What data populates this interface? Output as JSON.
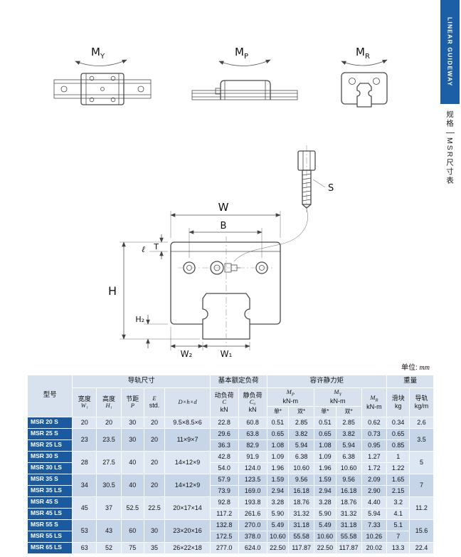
{
  "sidebar": {
    "tab": "LINEAR GUIDEWAY",
    "section": "规格",
    "subsection": "MSR尺寸表"
  },
  "unit_note": {
    "label": "单位:",
    "value": "mm"
  },
  "moments": [
    {
      "m": "M",
      "sub": "Y"
    },
    {
      "m": "M",
      "sub": "P"
    },
    {
      "m": "M",
      "sub": "R"
    }
  ],
  "drawing": {
    "w": "W",
    "b": "B",
    "t": "T",
    "ell": "ℓ",
    "h": "H",
    "h2": "H₂",
    "w2": "W₂",
    "w1": "W₁",
    "s": "S"
  },
  "table": {
    "header": {
      "model": "型号",
      "rail_dims": "导轨尺寸",
      "basic_load": "基本额定负荷",
      "static_moment": "容许静力矩",
      "weight": "重量",
      "width_cn": "宽度",
      "width_sym": "W₁",
      "height_cn": "高度",
      "height_sym": "H₁",
      "pitch_cn": "节距",
      "pitch_sym": "P",
      "e_top": "E",
      "e_bottom": "std.",
      "dhd": "D×h×d",
      "dyn_cn": "动负荷",
      "dyn_sym": "C",
      "dyn_unit": "kN",
      "stat_cn": "静负荷",
      "stat_sym": "C₀",
      "stat_unit": "kN",
      "mp": "M",
      "mp_sub": "P",
      "mp_unit": "kN-m",
      "my": "M",
      "my_sub": "Y",
      "my_unit": "kN-m",
      "mr": "M",
      "mr_sub": "R",
      "mr_unit": "kN-m",
      "single": "单*",
      "double": "双*",
      "slider_cn": "滑块",
      "slider_unit": "kg",
      "rail_cn": "导轨",
      "rail_unit": "kg/m"
    },
    "groups": [
      {
        "models": [
          "MSR 20 S"
        ],
        "dims": [
          "20",
          "20",
          "30",
          "20",
          "9.5×8.5×6"
        ],
        "rows": [
          [
            "22.8",
            "60.8",
            "0.51",
            "2.85",
            "0.51",
            "2.85",
            "0.62",
            "0.34"
          ]
        ],
        "rail": "2.6"
      },
      {
        "models": [
          "MSR 25 S",
          "MSR 25 LS"
        ],
        "dims": [
          "23",
          "23.5",
          "30",
          "20",
          "11×9×7"
        ],
        "rows": [
          [
            "29.6",
            "63.8",
            "0.65",
            "3.82",
            "0.65",
            "3.82",
            "0.73",
            "0.65"
          ],
          [
            "36.3",
            "82.9",
            "1.08",
            "5.94",
            "1.08",
            "5.94",
            "0.95",
            "0.85"
          ]
        ],
        "rail": "3.5"
      },
      {
        "models": [
          "MSR 30 S",
          "MSR 30 LS"
        ],
        "dims": [
          "28",
          "27.5",
          "40",
          "20",
          "14×12×9"
        ],
        "rows": [
          [
            "42.8",
            "91.9",
            "1.09",
            "6.38",
            "1.09",
            "6.38",
            "1.27",
            "1"
          ],
          [
            "54.0",
            "124.0",
            "1.96",
            "10.60",
            "1.96",
            "10.60",
            "1.72",
            "1.22"
          ]
        ],
        "rail": "5"
      },
      {
        "models": [
          "MSR 35 S",
          "MSR 35 LS"
        ],
        "dims": [
          "34",
          "30.5",
          "40",
          "20",
          "14×12×9"
        ],
        "rows": [
          [
            "57.9",
            "123.5",
            "1.59",
            "9.56",
            "1.59",
            "9.56",
            "2.09",
            "1.65"
          ],
          [
            "73.9",
            "169.0",
            "2.94",
            "16.18",
            "2.94",
            "16.18",
            "2.90",
            "2.15"
          ]
        ],
        "rail": "7"
      },
      {
        "models": [
          "MSR 45 S",
          "MSR 45 LS"
        ],
        "dims": [
          "45",
          "37",
          "52.5",
          "22.5",
          "20×17×14"
        ],
        "rows": [
          [
            "92.8",
            "193.8",
            "3.28",
            "18.76",
            "3.28",
            "18.76",
            "4.40",
            "3.2"
          ],
          [
            "117.2",
            "261.6",
            "5.90",
            "31.32",
            "5.90",
            "31.32",
            "5.94",
            "4.1"
          ]
        ],
        "rail": "11.2"
      },
      {
        "models": [
          "MSR 55 S",
          "MSR 55 LS"
        ],
        "dims": [
          "53",
          "43",
          "60",
          "30",
          "23×20×16"
        ],
        "rows": [
          [
            "132.8",
            "270.0",
            "5.49",
            "31.18",
            "5.49",
            "31.18",
            "7.33",
            "5.1"
          ],
          [
            "172.5",
            "378.0",
            "10.60",
            "55.58",
            "10.60",
            "55.58",
            "10.26",
            "7"
          ]
        ],
        "rail": "15.6"
      },
      {
        "models": [
          "MSR 65 LS"
        ],
        "dims": [
          "63",
          "52",
          "75",
          "35",
          "26×22×18"
        ],
        "rows": [
          [
            "277.0",
            "624.0",
            "22.50",
            "117.87",
            "22.50",
            "117.87",
            "20.02",
            "13.3"
          ]
        ],
        "rail": "22.4"
      }
    ]
  }
}
